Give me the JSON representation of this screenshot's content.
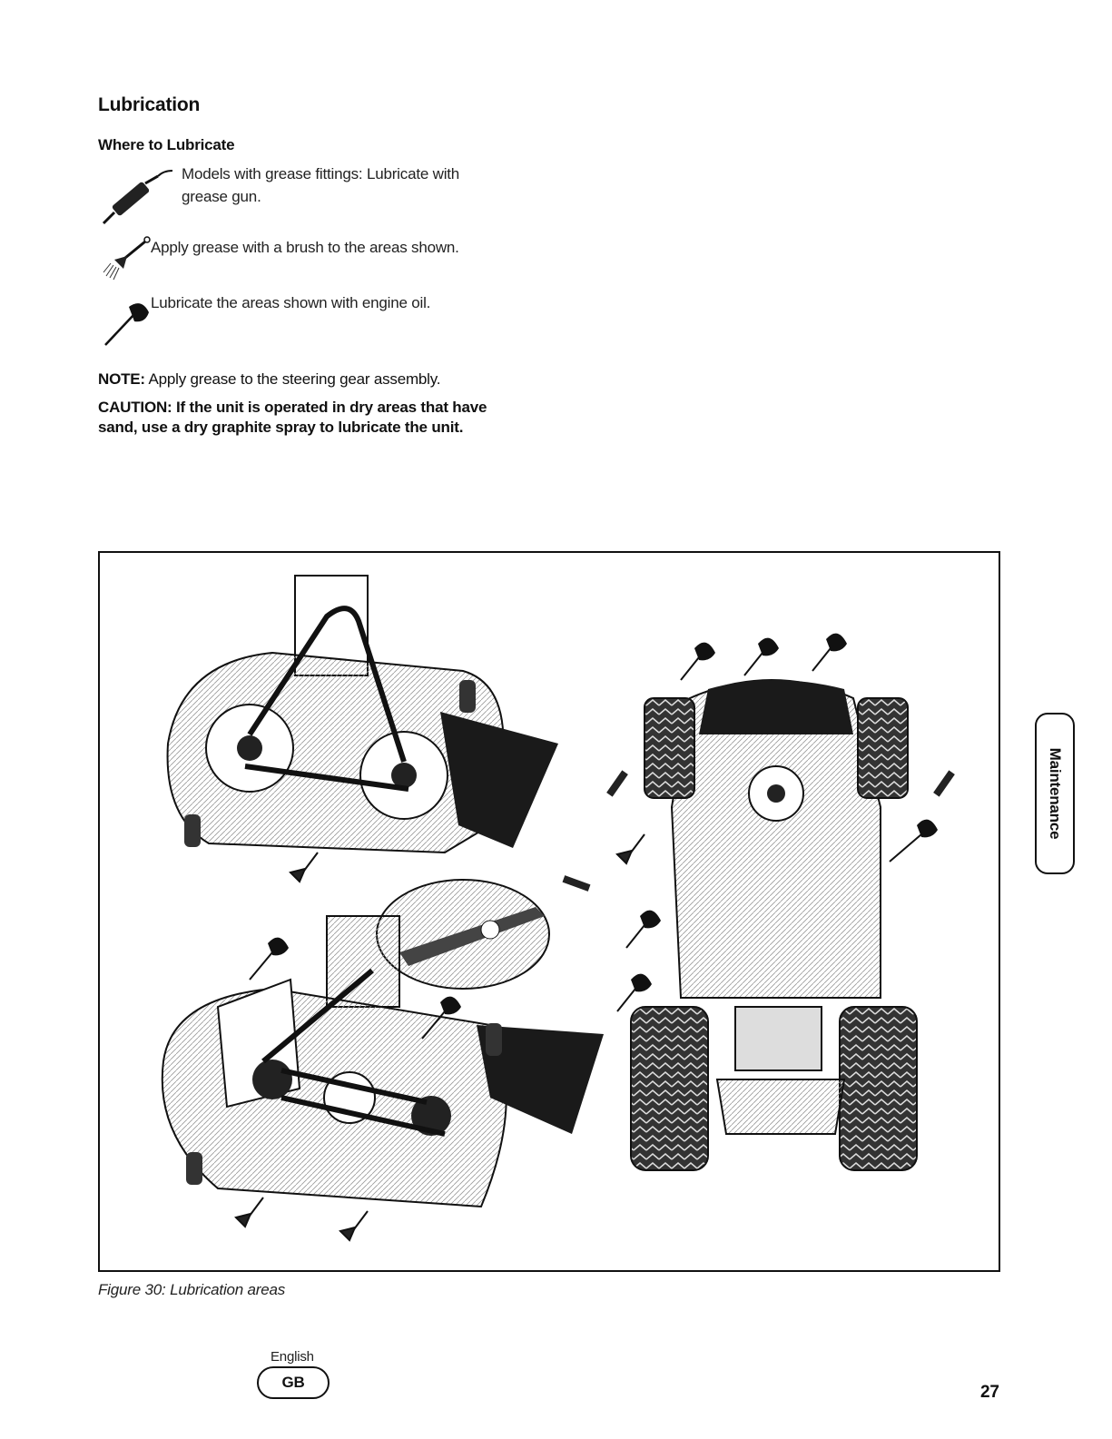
{
  "heading": {
    "title": "Lubrication",
    "subtitle": "Where to Lubricate"
  },
  "legend": [
    {
      "icon": "grease-gun-icon",
      "text_line1": "Models with grease fittings: Lubricate with",
      "text_line2": "grease gun."
    },
    {
      "icon": "brush-icon",
      "text": "Apply grease with a brush to the areas shown."
    },
    {
      "icon": "oil-can-icon",
      "text": "Lubricate the areas shown with engine oil."
    }
  ],
  "note": {
    "label": "NOTE:",
    "text": "Apply grease to the steering gear assembly."
  },
  "caution": {
    "label": "CAUTION:",
    "text": "If the unit is operated in dry areas that have sand, use a dry graphite spray to lubricate the unit."
  },
  "figure": {
    "caption": "Figure 30: Lubrication areas"
  },
  "footer": {
    "language": "English",
    "badge": "GB",
    "page_number": "27"
  },
  "side_tab": {
    "label": "Maintenance"
  }
}
